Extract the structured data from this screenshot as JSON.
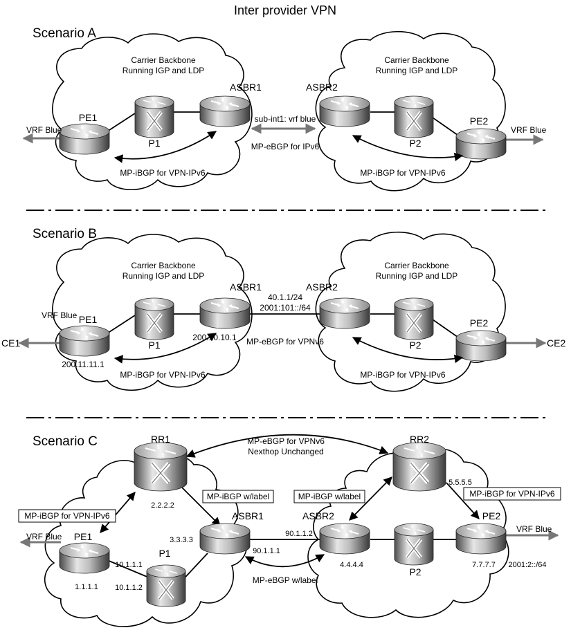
{
  "title": "Inter provider VPN",
  "scenarios": {
    "a": {
      "label": "Scenario A",
      "cloud_left": [
        "Carrier Backbone",
        "Running IGP and LDP"
      ],
      "cloud_right": [
        "Carrier Backbone",
        "Running IGP and LDP"
      ],
      "devices": {
        "pe1": "PE1",
        "p1": "P1",
        "asbr1": "ASBR1",
        "asbr2": "ASBR2",
        "p2": "P2",
        "pe2": "PE2"
      },
      "vrf_left": "VRF Blue",
      "vrf_right": "VRF Blue",
      "link_label": "sub-int1: vrf blue",
      "ebgp_label": "MP-eBGP for IPv6",
      "ibgp_left": "MP-iBGP for VPN-IPv6",
      "ibgp_right": "MP-iBGP for VPN-IPv6"
    },
    "b": {
      "label": "Scenario B",
      "cloud_left": [
        "Carrier Backbone",
        "Running IGP and LDP"
      ],
      "cloud_right": [
        "Carrier Backbone",
        "Running IGP and LDP"
      ],
      "devices": {
        "pe1": "PE1",
        "p1": "P1",
        "asbr1": "ASBR1",
        "asbr2": "ASBR2",
        "p2": "P2",
        "pe2": "PE2"
      },
      "vrf_left": "VRF Blue",
      "ce_left": "CE1",
      "ce_right": "CE2",
      "addr_link": [
        "40.1.1/24",
        "2001:101::/64"
      ],
      "addr_asbr1": "200.10.10.1",
      "addr_pe1": "200.11.11.1",
      "ebgp_label": "MP-eBGP for VPNv6",
      "ibgp_left": "MP-iBGP for VPN-IPv6",
      "ibgp_right": "MP-iBGP for VPN-IPv6"
    },
    "c": {
      "label": "Scenario C",
      "devices": {
        "rr1": "RR1",
        "rr2": "RR2",
        "pe1": "PE1",
        "p1": "P1",
        "asbr1": "ASBR1",
        "asbr2": "ASBR2",
        "p2": "P2",
        "pe2": "PE2"
      },
      "rr_session": [
        "MP-eBGP for VPNv6",
        "Nexthop Unchanged"
      ],
      "ibgp_pe1_rr1": "MP-iBGP for VPN-IPv6",
      "ibgp_rr1_asbr1": "MP-iBGP w/label",
      "ibgp_asbr2_rr2": "MP-iBGP w/label",
      "ibgp_rr2_pe2": "MP-iBGP for VPN-IPv6",
      "ebgp_label": "MP-eBGP w/label",
      "vrf_left": "VRF Blue",
      "vrf_right": "VRF Blue",
      "addr_rr1": "2.2.2.2",
      "addr_asbr1": "3.3.3.3",
      "addr_asbr1_link": "90.1.1.1",
      "addr_asbr2_link": "90.1.1.2",
      "addr_asbr2": "4.4.4.4",
      "addr_rr2": "5.5.5.5",
      "addr_pe1_a": "10.1.1.1",
      "addr_pe1_b": "10.1.1.2",
      "addr_pe1": "1.1.1.1",
      "addr_pe2": "7.7.7.7",
      "addr_pe2_prefix": "2001:2::/64"
    }
  }
}
